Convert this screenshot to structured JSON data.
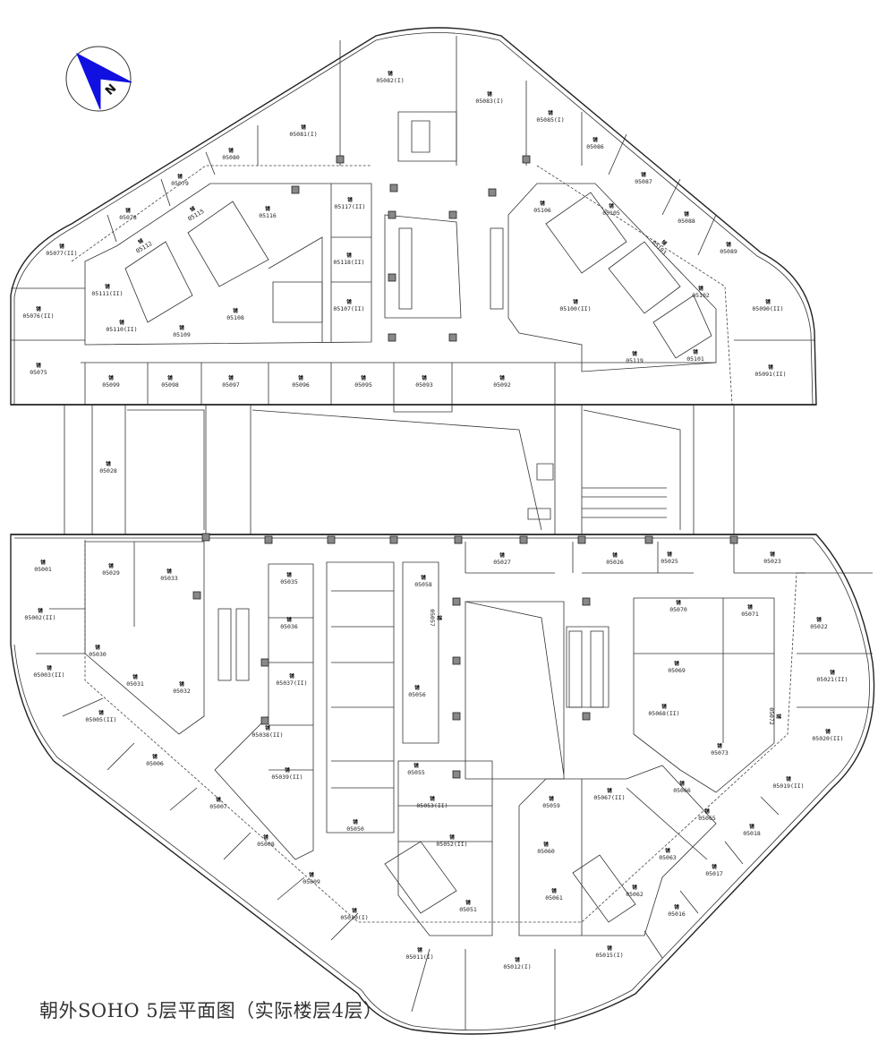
{
  "title": "朝外SOHO 5层平面图（实际楼层4层）",
  "compass": {
    "label": "N",
    "color": "#1010e0"
  },
  "shop_mark": "铺",
  "rooms": [
    "05082(I)",
    "05083(I)",
    "05081(I)",
    "05085(I)",
    "05080",
    "05086",
    "05079",
    "05087",
    "05078",
    "05088",
    "05077(II)",
    "05089",
    "05117(II)",
    "05116",
    "05115",
    "05106",
    "05105",
    "05112",
    "05118(II)",
    "05103",
    "05111(II)",
    "05076(II)",
    "05108",
    "05107(II)",
    "05110(II)",
    "05109",
    "05100(II)",
    "05102",
    "05090(II)",
    "05119",
    "05101",
    "05075",
    "05091(II)",
    "05099",
    "05098",
    "05097",
    "05096",
    "05095",
    "05093",
    "05092",
    "05028",
    "05027",
    "05026",
    "05025",
    "05023",
    "05001",
    "05029",
    "05033",
    "05035",
    "05058",
    "05057",
    "05070",
    "05071",
    "05002(II)",
    "05036",
    "05022",
    "05003(II)",
    "05030",
    "05031",
    "05032",
    "05037(II)",
    "05056",
    "05069",
    "05021(II)",
    "05068(II)",
    "05072",
    "05005(II)",
    "05038(II)",
    "05073",
    "05020(II)",
    "05006",
    "05039(II)",
    "05055",
    "05019(II)",
    "05007",
    "05053(II)",
    "05067(II)",
    "05066",
    "05059",
    "05065",
    "05050",
    "05008",
    "05052(II)",
    "05018",
    "05060",
    "05063",
    "05009",
    "05017",
    "05051",
    "05061",
    "05062",
    "05016",
    "05010(I)",
    "05011(I)",
    "05012(I)",
    "05015(I)"
  ]
}
